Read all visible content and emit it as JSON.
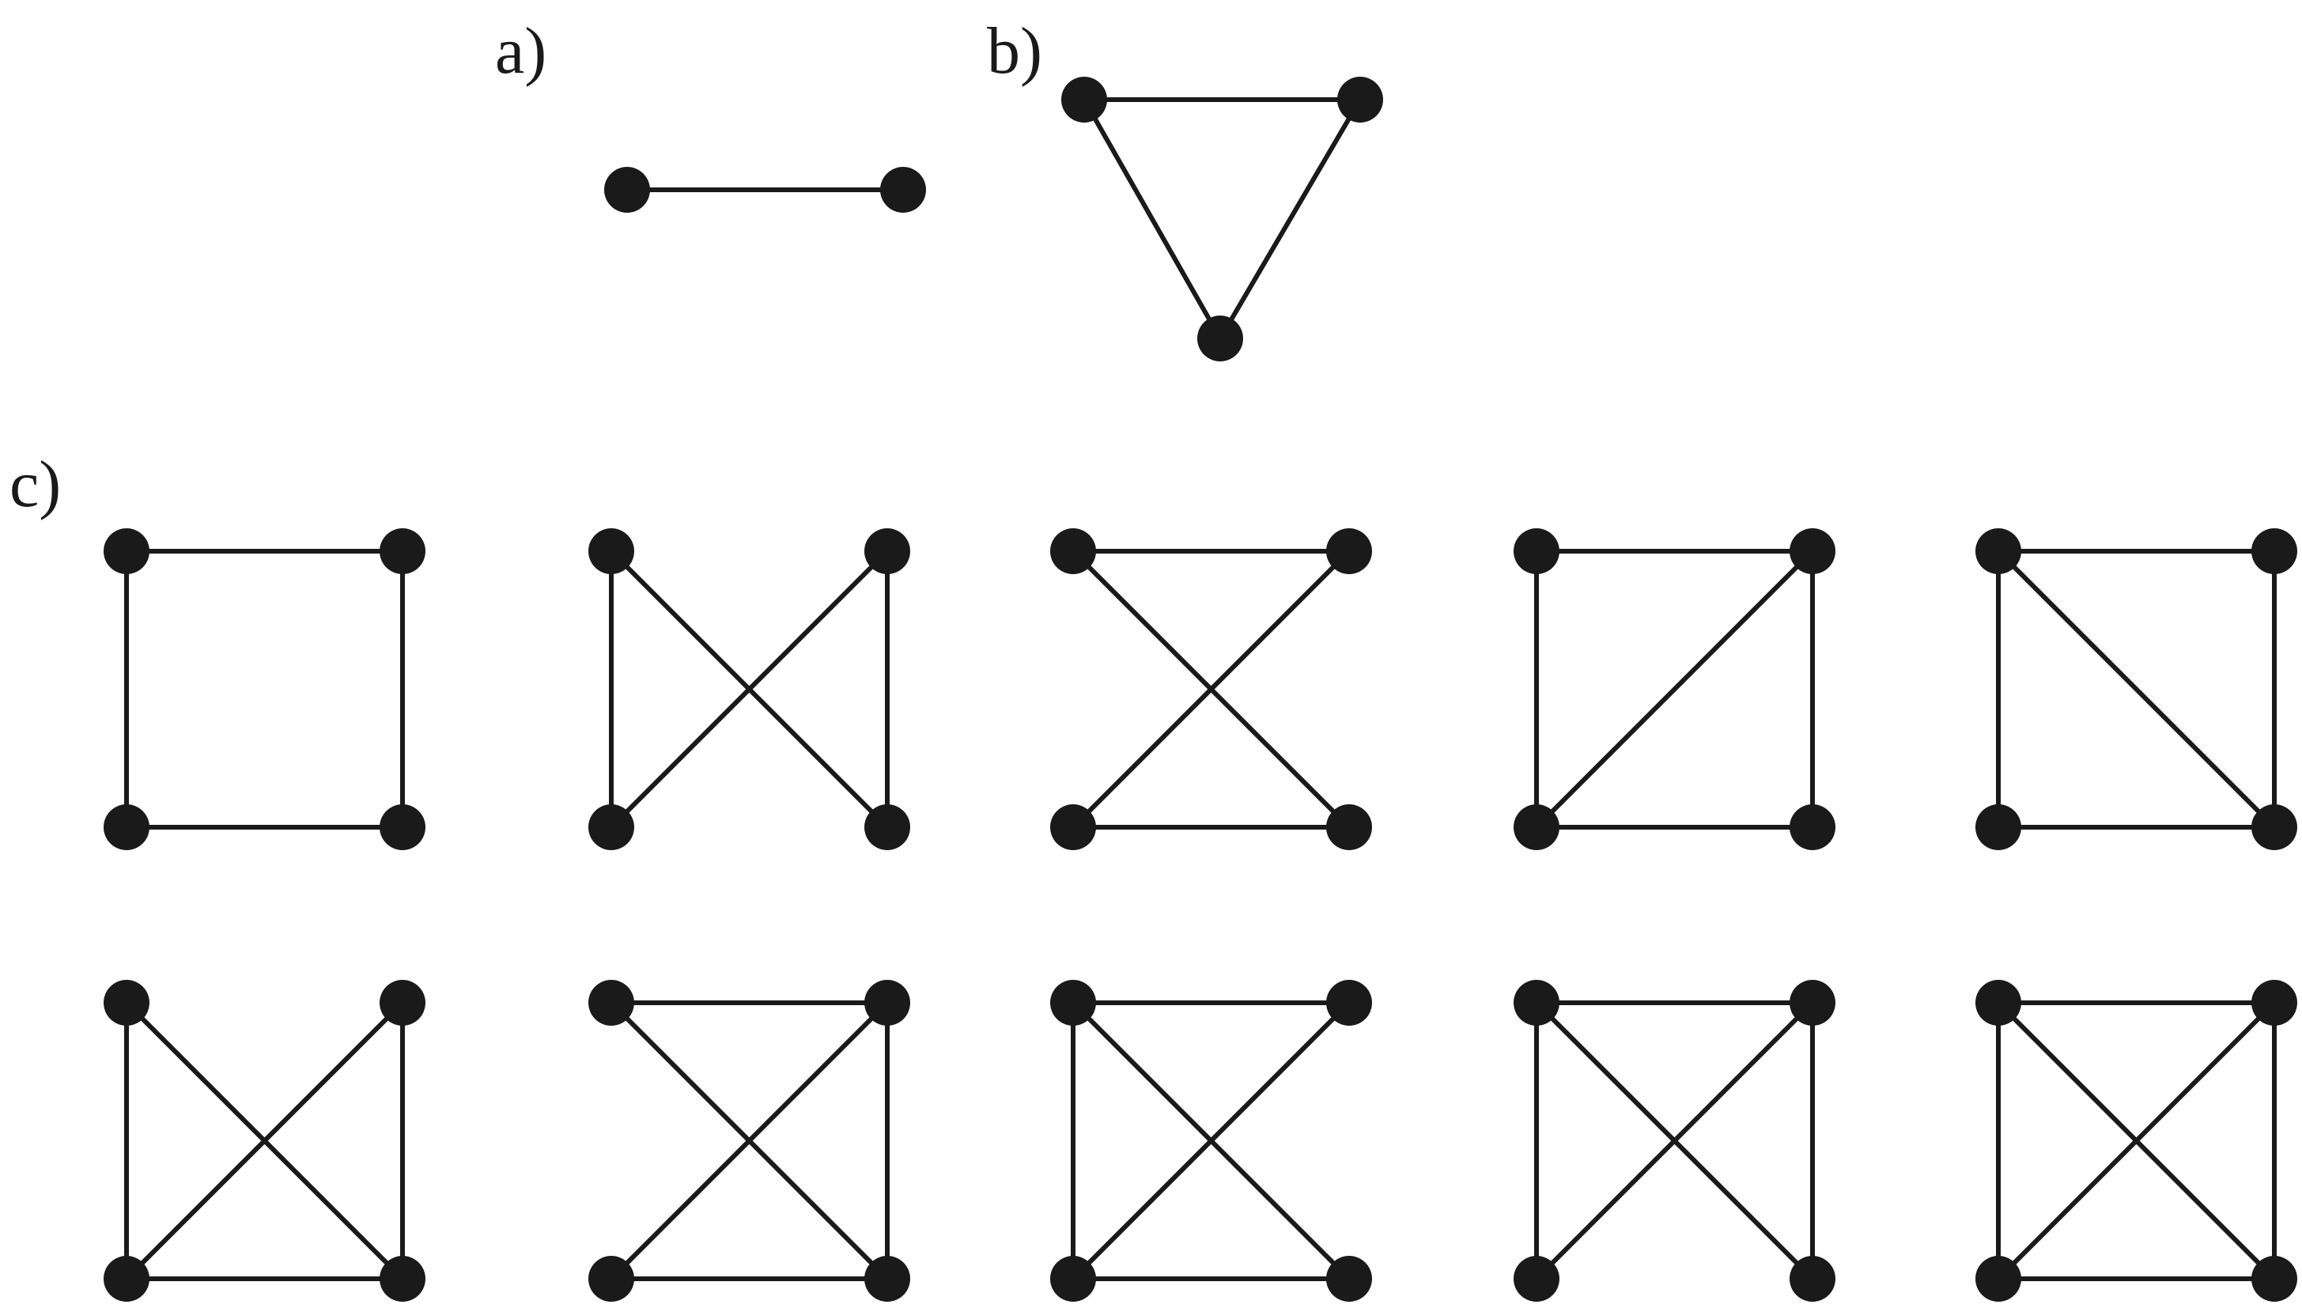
{
  "figure": {
    "colors": {
      "ink": "#1a1a1a",
      "background": "#ffffff"
    },
    "panels": [
      {
        "id": "a",
        "label": "a)",
        "graphs": [
          {
            "nodes": [
              "n1",
              "n2"
            ],
            "edges": [
              [
                "n1",
                "n2"
              ]
            ]
          }
        ]
      },
      {
        "id": "b",
        "label": "b)",
        "graphs": [
          {
            "nodes": [
              "n1",
              "n2",
              "n3"
            ],
            "edges": [
              [
                "n1",
                "n2"
              ],
              [
                "n2",
                "n3"
              ],
              [
                "n3",
                "n1"
              ]
            ]
          }
        ]
      },
      {
        "id": "c",
        "label": "c)",
        "graphs": [
          {
            "nodes": [
              "TL",
              "TR",
              "BL",
              "BR"
            ],
            "edges": [
              [
                "TL",
                "TR"
              ],
              [
                "BL",
                "BR"
              ],
              [
                "TL",
                "BL"
              ],
              [
                "TR",
                "BR"
              ]
            ]
          },
          {
            "nodes": [
              "TL",
              "TR",
              "BL",
              "BR"
            ],
            "edges": [
              [
                "TL",
                "BL"
              ],
              [
                "TR",
                "BR"
              ],
              [
                "TL",
                "BR"
              ],
              [
                "TR",
                "BL"
              ]
            ]
          },
          {
            "nodes": [
              "TL",
              "TR",
              "BL",
              "BR"
            ],
            "edges": [
              [
                "TL",
                "TR"
              ],
              [
                "BL",
                "BR"
              ],
              [
                "TL",
                "BR"
              ],
              [
                "TR",
                "BL"
              ]
            ]
          },
          {
            "nodes": [
              "TL",
              "TR",
              "BL",
              "BR"
            ],
            "edges": [
              [
                "TL",
                "TR"
              ],
              [
                "BL",
                "BR"
              ],
              [
                "TL",
                "BL"
              ],
              [
                "TR",
                "BR"
              ],
              [
                "TR",
                "BL"
              ]
            ]
          },
          {
            "nodes": [
              "TL",
              "TR",
              "BL",
              "BR"
            ],
            "edges": [
              [
                "TL",
                "TR"
              ],
              [
                "BL",
                "BR"
              ],
              [
                "TL",
                "BL"
              ],
              [
                "TR",
                "BR"
              ],
              [
                "TL",
                "BR"
              ]
            ]
          },
          {
            "nodes": [
              "TL",
              "TR",
              "BL",
              "BR"
            ],
            "edges": [
              [
                "BL",
                "BR"
              ],
              [
                "TL",
                "BL"
              ],
              [
                "TR",
                "BR"
              ],
              [
                "TL",
                "BR"
              ],
              [
                "TR",
                "BL"
              ]
            ]
          },
          {
            "nodes": [
              "TL",
              "TR",
              "BL",
              "BR"
            ],
            "edges": [
              [
                "TL",
                "TR"
              ],
              [
                "BL",
                "BR"
              ],
              [
                "TR",
                "BR"
              ],
              [
                "TL",
                "BR"
              ],
              [
                "TR",
                "BL"
              ]
            ]
          },
          {
            "nodes": [
              "TL",
              "TR",
              "BL",
              "BR"
            ],
            "edges": [
              [
                "TL",
                "TR"
              ],
              [
                "BL",
                "BR"
              ],
              [
                "TL",
                "BL"
              ],
              [
                "TL",
                "BR"
              ],
              [
                "TR",
                "BL"
              ]
            ]
          },
          {
            "nodes": [
              "TL",
              "TR",
              "BL",
              "BR"
            ],
            "edges": [
              [
                "TL",
                "TR"
              ],
              [
                "TL",
                "BL"
              ],
              [
                "TR",
                "BR"
              ],
              [
                "TL",
                "BR"
              ],
              [
                "TR",
                "BL"
              ]
            ]
          },
          {
            "nodes": [
              "TL",
              "TR",
              "BL",
              "BR"
            ],
            "edges": [
              [
                "TL",
                "TR"
              ],
              [
                "BL",
                "BR"
              ],
              [
                "TL",
                "BL"
              ],
              [
                "TR",
                "BR"
              ],
              [
                "TL",
                "BR"
              ],
              [
                "TR",
                "BL"
              ]
            ]
          }
        ]
      }
    ]
  }
}
